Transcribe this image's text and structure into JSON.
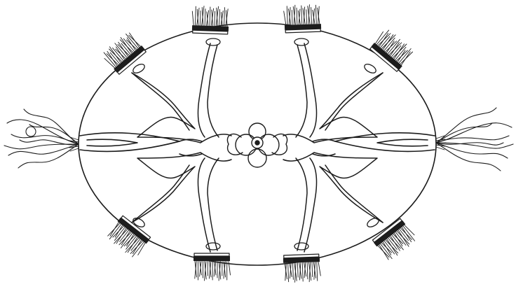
{
  "figure": {
    "subject": "oval-organism-with-radial-canals",
    "comb_plates": 8,
    "tentacle_bundles": 2,
    "has_apical_organ": true,
    "line_color": "#1c1c1c",
    "background": "#ffffff"
  }
}
